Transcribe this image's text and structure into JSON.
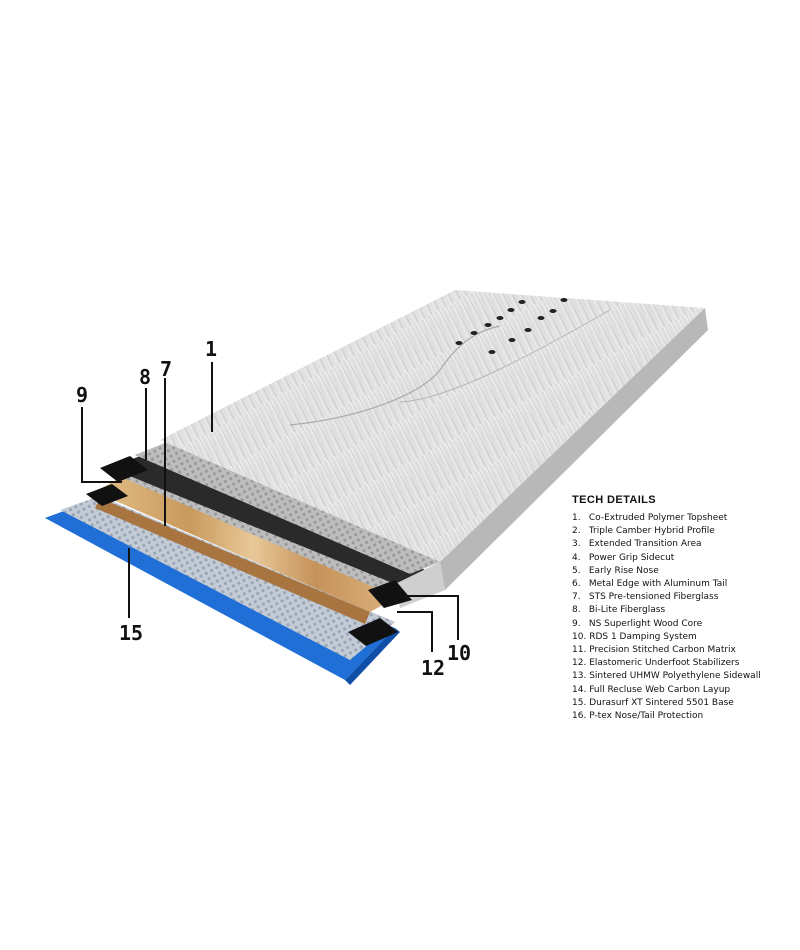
{
  "callouts": {
    "c1": "1",
    "c7": "7",
    "c8": "8",
    "c9": "9",
    "c10": "10",
    "c12": "12",
    "c15": "15"
  },
  "colors": {
    "topsheet": "#e6e6e6",
    "base": "#1f6fd6",
    "core": "#d8b07a",
    "fiberglass": "#b9b9b9",
    "damping": "#111111"
  },
  "tech_details": {
    "title": "TECH DETAILS",
    "items": [
      {
        "num": "1.",
        "text": "Co-Extruded Polymer Topsheet"
      },
      {
        "num": "2.",
        "text": "Triple Camber Hybrid Profile"
      },
      {
        "num": "3.",
        "text": "Extended Transition Area"
      },
      {
        "num": "4.",
        "text": "Power Grip Sidecut"
      },
      {
        "num": "5.",
        "text": "Early Rise Nose"
      },
      {
        "num": "6.",
        "text": "Metal Edge with Aluminum Tail"
      },
      {
        "num": "7.",
        "text": "STS Pre-tensioned Fiberglass"
      },
      {
        "num": "8.",
        "text": "Bi-Lite Fiberglass"
      },
      {
        "num": "9.",
        "text": "NS Superlight Wood Core"
      },
      {
        "num": "10.",
        "text": "RDS 1 Damping System"
      },
      {
        "num": "11.",
        "text": "Precision Stitched Carbon Matrix"
      },
      {
        "num": "12.",
        "text": "Elastomeric Underfoot Stabilizers"
      },
      {
        "num": "13.",
        "text": "Sintered UHMW Polyethylene Sidewall"
      },
      {
        "num": "14.",
        "text": "Full Recluse Web Carbon Layup"
      },
      {
        "num": "15.",
        "text": "Durasurf XT Sintered 5501 Base"
      },
      {
        "num": "16.",
        "text": "P-tex Nose/Tail Protection"
      }
    ]
  }
}
